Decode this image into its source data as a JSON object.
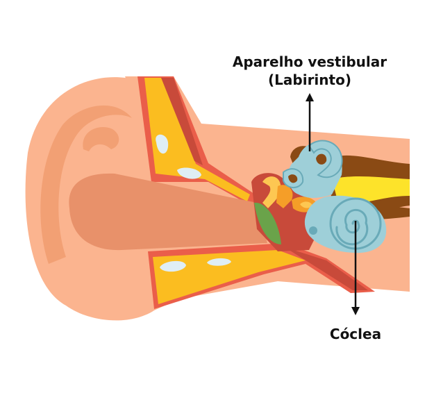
{
  "labels": {
    "vestibular_line1": "Aparelho vestibular",
    "vestibular_line2": "(Labirinto)",
    "cochlea": "Cóclea"
  },
  "colors": {
    "skin_light": "#fbb48f",
    "skin_mid": "#f2a074",
    "canal": "#e8916a",
    "cartilage_yellow": "#fbbd20",
    "cartilage_orange": "#f7a51d",
    "bone_red": "#c84a3a",
    "border_red": "#ea5e4a",
    "eardrum_green": "#6aa34a",
    "ossicle_yellow": "#fdc752",
    "ossicle_orange": "#f59e28",
    "labyrinth_blue": "#9ecfd8",
    "labyrinth_dark": "#69aab8",
    "nerve_brown": "#8a4a14",
    "nerve_yellow": "#fde32a",
    "white_spot": "#dfeef5",
    "arrow": "#111111"
  },
  "icons": [
    "arrow-up-icon",
    "arrow-down-icon"
  ]
}
